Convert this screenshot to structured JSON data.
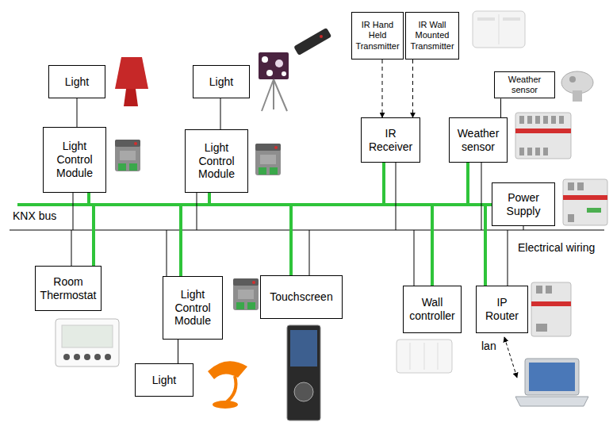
{
  "diagram": {
    "nodes": [
      {
        "text": [
          "Light"
        ]
      },
      {
        "text": [
          "Light Control Module"
        ]
      },
      {
        "text": [
          "Light"
        ]
      },
      {
        "text": [
          "Light Control Module"
        ]
      },
      {
        "text": [
          "IR Hand Held Transmitter"
        ]
      },
      {
        "text": [
          "IR Wall Mounted Transmitter"
        ]
      },
      {
        "text": [
          "IR Receiver"
        ]
      },
      {
        "text": [
          "Weather sensor"
        ]
      },
      {
        "text": [
          "Weather sensor"
        ]
      },
      {
        "text": [
          "Power Supply"
        ]
      },
      {
        "text": [
          "Room Thermostat"
        ]
      },
      {
        "text": [
          "Light Control Module"
        ]
      },
      {
        "text": [
          "Light"
        ]
      },
      {
        "text": [
          "Touchscreen"
        ]
      },
      {
        "text": [
          "Wall controller"
        ]
      },
      {
        "text": [
          "IP Router"
        ]
      }
    ],
    "edges": [
      {
        "from": 0,
        "to": 1,
        "arrow": "none"
      },
      {
        "from": 2,
        "to": 3,
        "arrow": "none"
      },
      {
        "from": 4,
        "to": 6,
        "arrow": "to"
      },
      {
        "from": 5,
        "to": 6,
        "arrow": "to"
      },
      {
        "from": 7,
        "to": 8,
        "arrow": "none"
      },
      {
        "from": 11,
        "to": 12,
        "arrow": "none"
      }
    ],
    "labels": [
      "KNX bus",
      "Electrical wiring",
      "lan"
    ]
  }
}
